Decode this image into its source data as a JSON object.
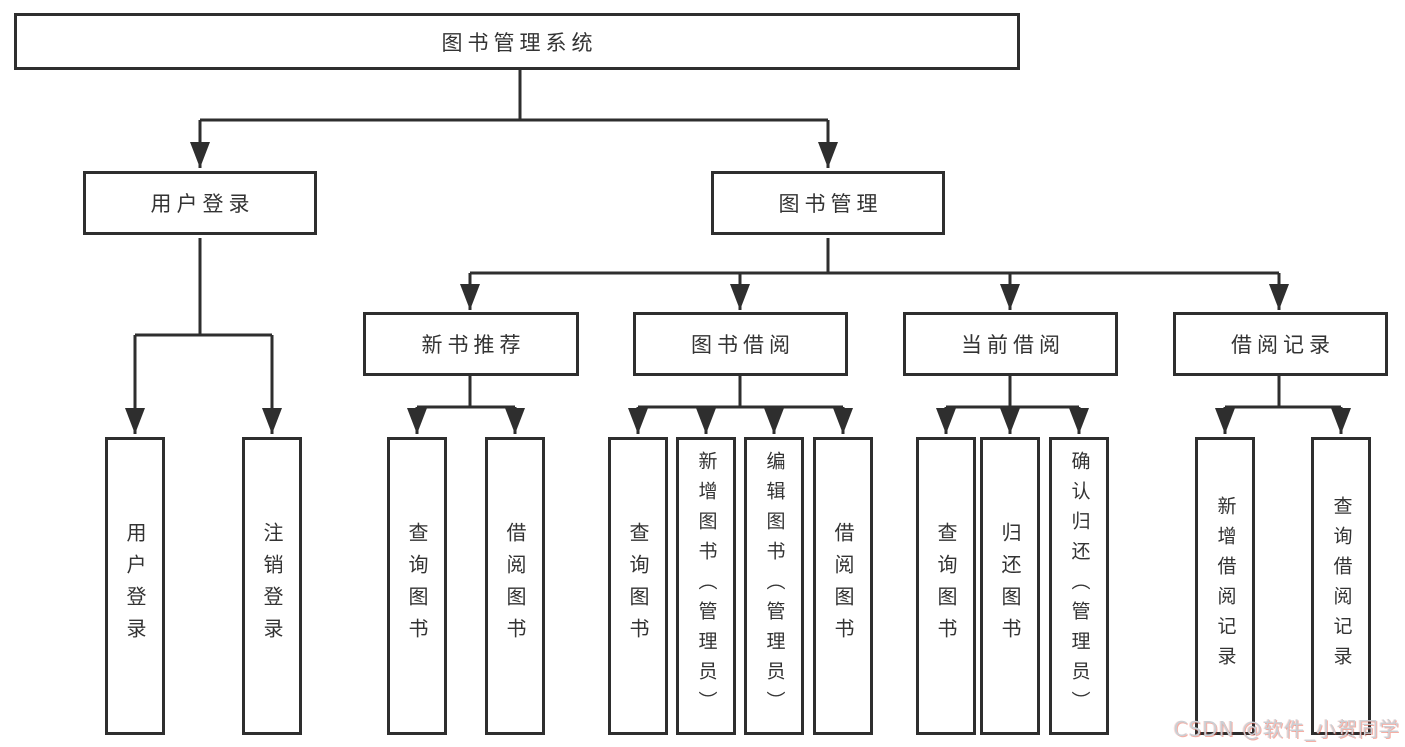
{
  "colors": {
    "line": "#2e2e2e",
    "box_border": "#2e2e2e",
    "box_fill": "#ffffff",
    "text": "#333333",
    "watermark_text": "#cbcfd4",
    "watermark_accent": "#e84e38"
  },
  "tree": {
    "label": "图书管理系统",
    "children": [
      {
        "label": "用户登录",
        "children": [
          {
            "label": "用户登录"
          },
          {
            "label": "注销登录"
          }
        ]
      },
      {
        "label": "图书管理",
        "children": [
          {
            "label": "新书推荐",
            "children": [
              {
                "label": "查询图书"
              },
              {
                "label": "借阅图书"
              }
            ]
          },
          {
            "label": "图书借阅",
            "children": [
              {
                "label": "查询图书"
              },
              {
                "label": "新增图书（管理员）"
              },
              {
                "label": "编辑图书（管理员）"
              },
              {
                "label": "借阅图书"
              }
            ]
          },
          {
            "label": "当前借阅",
            "children": [
              {
                "label": "查询图书"
              },
              {
                "label": "归还图书"
              },
              {
                "label": "确认归还（管理员）"
              }
            ]
          },
          {
            "label": "借阅记录",
            "children": [
              {
                "label": "新增借阅记录"
              },
              {
                "label": "查询借阅记录"
              }
            ]
          }
        ]
      }
    ]
  },
  "watermark": {
    "text": "CSDN @软件_小贺同学"
  }
}
